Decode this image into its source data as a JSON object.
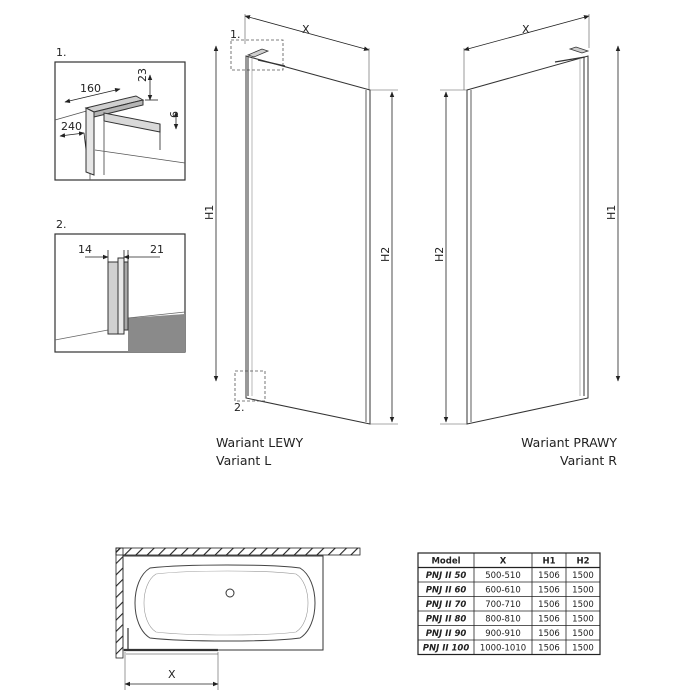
{
  "detail_1": {
    "marker": "1.",
    "dims": {
      "d160": "160",
      "d23": "23",
      "d6": "6",
      "d240": "240"
    }
  },
  "detail_2": {
    "marker": "2.",
    "dims": {
      "d14": "14",
      "d21": "21"
    }
  },
  "left_view": {
    "marker_top": "1.",
    "marker_bottom": "2.",
    "x_label": "X",
    "h1_label": "H1",
    "h2_label": "H2",
    "caption_pl": "Wariant LEWY",
    "caption_en": "Variant L"
  },
  "right_view": {
    "x_label": "X",
    "h1_label": "H1",
    "h2_label": "H2",
    "caption_pl": "Wariant PRAWY",
    "caption_en": "Variant R"
  },
  "plan_view": {
    "x_label": "X"
  },
  "table": {
    "headers": [
      "Model",
      "X",
      "H1",
      "H2"
    ],
    "rows": [
      [
        "PNJ II 50",
        "500-510",
        "1506",
        "1500"
      ],
      [
        "PNJ II 60",
        "600-610",
        "1506",
        "1500"
      ],
      [
        "PNJ II 70",
        "700-710",
        "1506",
        "1500"
      ],
      [
        "PNJ II 80",
        "800-810",
        "1506",
        "1500"
      ],
      [
        "PNJ II 90",
        "900-910",
        "1506",
        "1500"
      ],
      [
        "PNJ II 100",
        "1000-1010",
        "1506",
        "1500"
      ]
    ]
  }
}
